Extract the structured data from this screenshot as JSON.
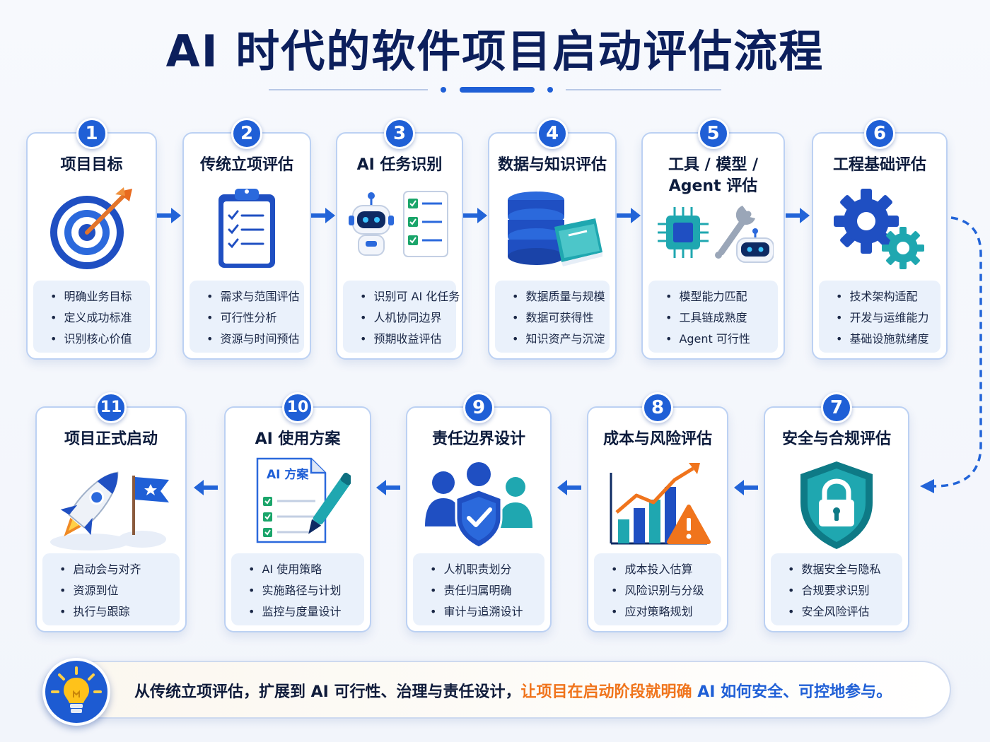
{
  "title": "AI 时代的软件项目启动评估流程",
  "steps": [
    {
      "num": "1",
      "title": "项目目标",
      "items": [
        "明确业务目标",
        "定义成功标准",
        "识别核心价值"
      ],
      "icon": "target-icon"
    },
    {
      "num": "2",
      "title": "传统立项评估",
      "items": [
        "需求与范围评估",
        "可行性分析",
        "资源与时间预估"
      ],
      "icon": "clipboard-icon"
    },
    {
      "num": "3",
      "title": "AI 任务识别",
      "items": [
        "识别可 AI 化任务",
        "人机协同边界",
        "预期收益评估"
      ],
      "icon": "robot-checklist-icon"
    },
    {
      "num": "4",
      "title": "数据与知识评估",
      "items": [
        "数据质量与规模",
        "数据可获得性",
        "知识资产与沉淀"
      ],
      "icon": "database-book-icon"
    },
    {
      "num": "5",
      "title": "工具 / 模型 /",
      "title2": "Agent 评估",
      "items": [
        "模型能力匹配",
        "工具链成熟度",
        "Agent 可行性"
      ],
      "icon": "chip-wrench-robot-icon"
    },
    {
      "num": "6",
      "title": "工程基础评估",
      "items": [
        "技术架构适配",
        "开发与运维能力",
        "基础设施就绪度"
      ],
      "icon": "gears-icon"
    },
    {
      "num": "7",
      "title": "安全与合规评估",
      "items": [
        "数据安全与隐私",
        "合规要求识别",
        "安全风险评估"
      ],
      "icon": "shield-lock-icon"
    },
    {
      "num": "8",
      "title": "成本与风险评估",
      "items": [
        "成本投入估算",
        "风险识别与分级",
        "应对策略规划"
      ],
      "icon": "chart-warning-icon"
    },
    {
      "num": "9",
      "title": "责任边界设计",
      "items": [
        "人机职责划分",
        "责任归属明确",
        "审计与追溯设计"
      ],
      "icon": "people-shield-icon"
    },
    {
      "num": "10",
      "title": "AI 使用方案",
      "items": [
        "AI 使用策略",
        "实施路径与计划",
        "监控与度量设计"
      ],
      "icon": "document-pen-icon",
      "doc_label": "AI 方案"
    },
    {
      "num": "11",
      "title": "项目正式启动",
      "items": [
        "启动会与对齐",
        "资源到位",
        "执行与跟踪"
      ],
      "icon": "rocket-flag-icon"
    }
  ],
  "footer": {
    "part1": "从传统立项评估，扩展到 AI 可行性、治理与责任设计，",
    "part2": "让项目在启动阶段就明确",
    "part3": " AI 如何安全、可控地参与。",
    "icon": "lightbulb-icon"
  },
  "colors": {
    "primary": "#1f5fd6",
    "accent": "#f0741c",
    "teal": "#1fa7b0",
    "navy": "#0c1f5c"
  }
}
